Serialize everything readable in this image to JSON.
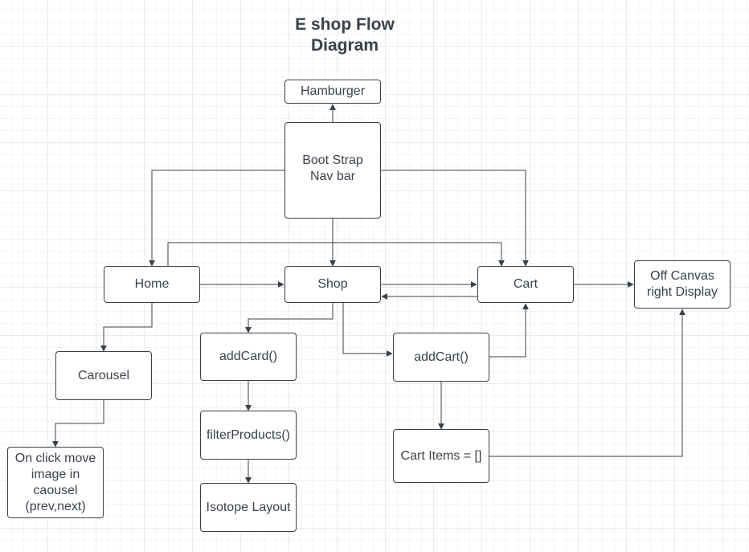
{
  "title": {
    "line1": "E shop Flow",
    "line2": "Diagram"
  },
  "nodes": {
    "hamburger": "Hamburger",
    "navbar": "Boot Strap\nNav bar",
    "home": "Home",
    "shop": "Shop",
    "cart": "Cart",
    "offcanvas": "Off Canvas\nright Display",
    "carousel": "Carousel",
    "onclick": "On click move\nimage in\ncaousel\n(prev,next)",
    "addcard": "addCard()",
    "filter": "filterProducts()",
    "isotope": "Isotope Layout",
    "addcart": "addCart()",
    "cartitems": "Cart Items = []"
  },
  "colors": {
    "line": "#3a414a",
    "grid": "#e9eaec",
    "background": "#ffffff"
  }
}
